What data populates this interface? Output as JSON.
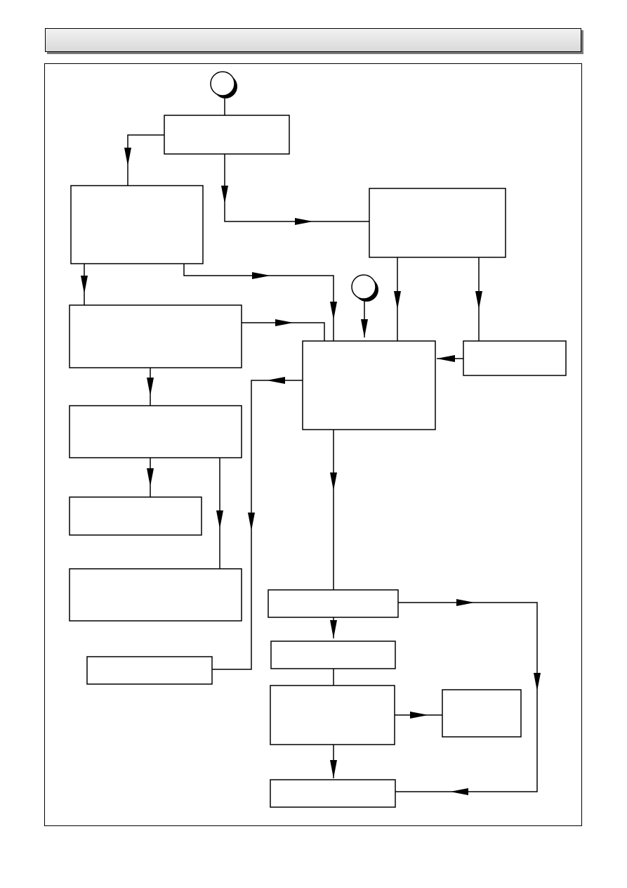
{
  "header": {
    "title": ""
  },
  "diagram": {
    "boxes": [
      {
        "id": "box-top",
        "label": ""
      },
      {
        "id": "box-left-1",
        "label": ""
      },
      {
        "id": "box-right-1",
        "label": ""
      },
      {
        "id": "box-left-2",
        "label": ""
      },
      {
        "id": "box-center",
        "label": ""
      },
      {
        "id": "box-right-side",
        "label": ""
      },
      {
        "id": "box-left-3",
        "label": ""
      },
      {
        "id": "box-left-4",
        "label": ""
      },
      {
        "id": "box-left-5",
        "label": ""
      },
      {
        "id": "box-left-6",
        "label": ""
      },
      {
        "id": "box-bottom-1",
        "label": ""
      },
      {
        "id": "box-bottom-2",
        "label": ""
      },
      {
        "id": "box-bottom-3",
        "label": ""
      },
      {
        "id": "box-bottom-side",
        "label": ""
      },
      {
        "id": "box-bottom-4",
        "label": ""
      }
    ],
    "connectors": [
      {
        "id": "connector-start",
        "label": ""
      },
      {
        "id": "connector-entry",
        "label": ""
      }
    ],
    "colors": {
      "line": "#000000",
      "shadow": "#000000",
      "fill": "#ffffff"
    }
  }
}
